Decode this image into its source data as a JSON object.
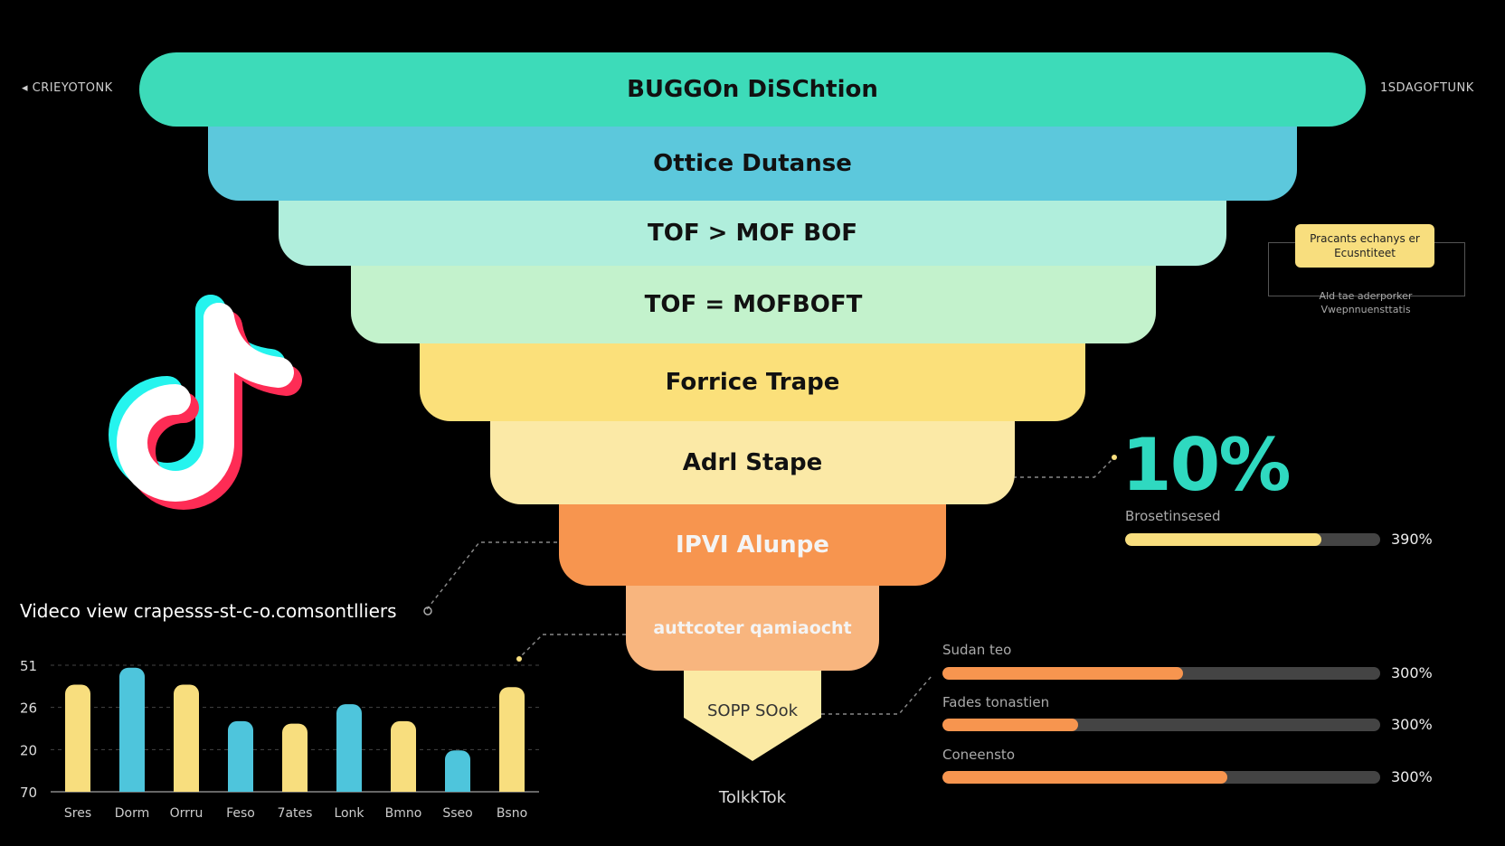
{
  "header": {
    "left_label": "◂ CRIEYOTONK",
    "right_label": "1SDAGOFTUNK"
  },
  "funnel": {
    "stages": [
      {
        "label": "BUGGOn DiSChtion",
        "color": "#3ddbb9"
      },
      {
        "label": "Ottice Dutanse",
        "color": "#5cc8dc"
      },
      {
        "label": "TOF > MOF BOF",
        "color": "#b0eedc"
      },
      {
        "label": "TOF = MOFBOFT",
        "color": "#c3f2cc"
      },
      {
        "label": "Forrice Trape",
        "color": "#fbe07a"
      },
      {
        "label": "Adrl Stape",
        "color": "#fbe9a6"
      },
      {
        "label": "IPVI Alunpe",
        "color": "#f7954f"
      },
      {
        "label": "auttcoter qamiaocht",
        "color": "#f8b57e"
      }
    ],
    "tip_label": "SOPP SOok",
    "tip_color": "#fbeaa4",
    "under_label": "TolkkTok"
  },
  "note": {
    "tag": "Pracants echanys er Ecusntiteet",
    "caption_line1": "Ald tae aderporker",
    "caption_line2": "Vwepnnuensttatis"
  },
  "metrics": {
    "big_value": "10%",
    "items": [
      {
        "label": "Brosetinsesed",
        "percent_text": "390%",
        "fill": 0.77,
        "color": "#f8de7e"
      },
      {
        "label": "Sudan teo",
        "percent_text": "300%",
        "fill": 0.55,
        "color": "#f7954f"
      },
      {
        "label": "Fades tonastien",
        "percent_text": "300%",
        "fill": 0.31,
        "color": "#f7954f"
      },
      {
        "label": "Coneensto",
        "percent_text": "300%",
        "fill": 0.65,
        "color": "#f7954f"
      }
    ]
  },
  "chart_data": {
    "type": "bar",
    "title": "Videco view crapesss-st-c-o.comsontlliers",
    "categories": [
      "Sres",
      "Dorm",
      "Orrru",
      "Feso",
      "7ates",
      "Lonk",
      "Bmno",
      "Sseo",
      "Bsno"
    ],
    "values": [
      44,
      51,
      44,
      29,
      28,
      36,
      29,
      17,
      43
    ],
    "colors": [
      "#f8de7e",
      "#4ec5dc",
      "#f8de7e",
      "#4ec5dc",
      "#f8de7e",
      "#4ec5dc",
      "#f8de7e",
      "#4ec5dc",
      "#f8de7e"
    ],
    "y_ticks": [
      "51",
      "26",
      "20",
      "70"
    ],
    "ylim": [
      0,
      52
    ],
    "grid": true
  },
  "logo": {
    "cyan": "#25f4ee",
    "pink": "#fe2c55",
    "white": "#ffffff"
  }
}
